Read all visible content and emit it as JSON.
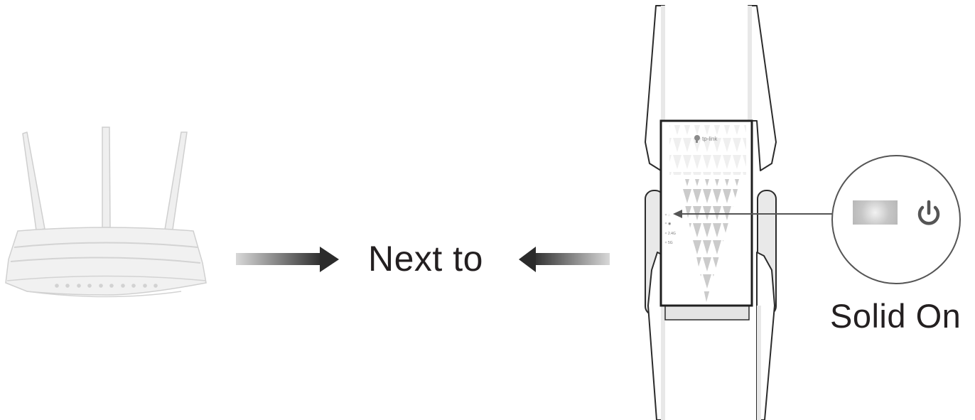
{
  "diagram": {
    "center_label": "Next to",
    "status_label": "Solid On",
    "extender": {
      "brand": "tp-link",
      "led_labels": [
        "∴",
        "◉",
        "2.4G",
        "5G"
      ],
      "highlighted_led": "power",
      "highlighted_led_state": "Solid On"
    },
    "router": {
      "antenna_count": 3,
      "led_count": 10
    },
    "icons": {
      "left_arrow": "arrow-right-icon",
      "right_arrow": "arrow-left-icon",
      "callout_pointer": "arrow-pointer-icon",
      "power": "power-icon"
    },
    "colors": {
      "text": "#231f20",
      "outline": "#2b2b2b",
      "device_fill": "#f2f2f2",
      "pattern_gray": "#c9c9c9",
      "led_glow": "#bdbdbd",
      "power_icon": "#555555"
    }
  }
}
